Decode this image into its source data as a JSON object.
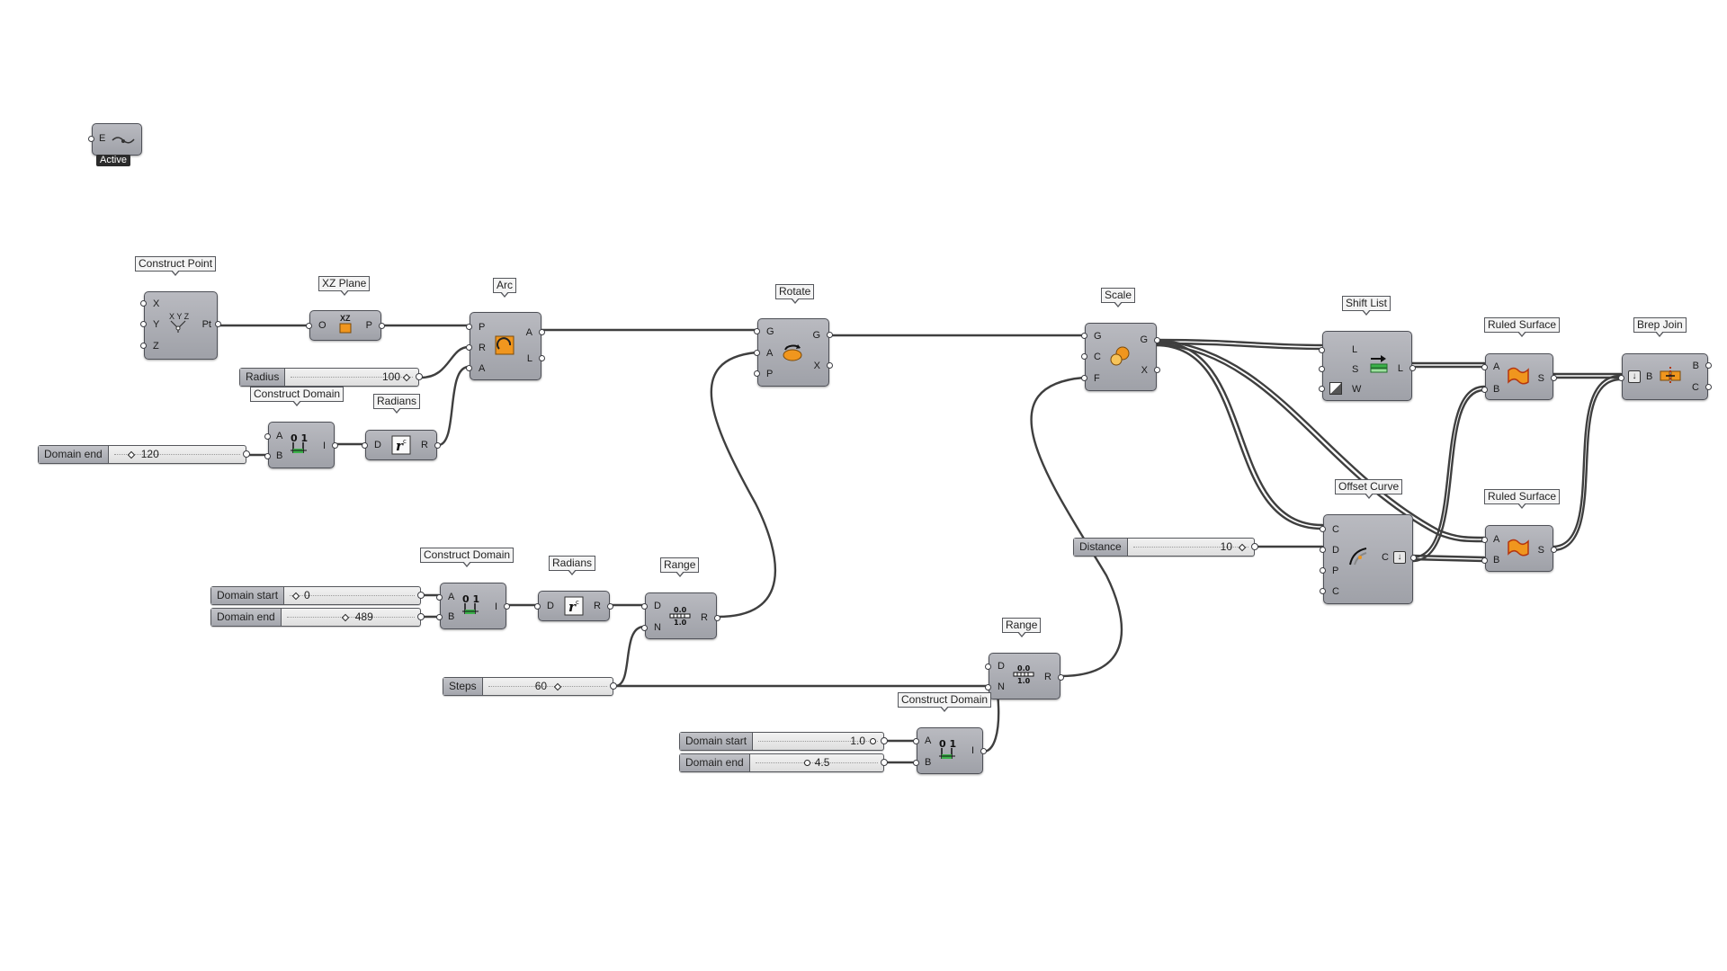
{
  "toggle": {
    "port": "E",
    "badge": "Active"
  },
  "components": {
    "construct_point": {
      "label": "Construct Point",
      "inputs": [
        "X",
        "Y",
        "Z"
      ],
      "output": "Pt",
      "icon_text": "X Y Z"
    },
    "xz_plane": {
      "label": "XZ Plane",
      "input": "O",
      "output": "P",
      "icon_text": "XZ"
    },
    "arc": {
      "label": "Arc",
      "inputs": [
        "P",
        "R",
        "A"
      ],
      "outputs": [
        "A",
        "L"
      ]
    },
    "construct_domain_1": {
      "label": "Construct Domain",
      "inputs": [
        "A",
        "B"
      ],
      "output": "I"
    },
    "radians_1": {
      "label": "Radians",
      "input": "D",
      "output": "R"
    },
    "rotate": {
      "label": "Rotate",
      "inputs": [
        "G",
        "A",
        "P"
      ],
      "outputs": [
        "G",
        "X"
      ]
    },
    "construct_domain_2": {
      "label": "Construct Domain",
      "inputs": [
        "A",
        "B"
      ],
      "output": "I"
    },
    "radians_2": {
      "label": "Radians",
      "input": "D",
      "output": "R"
    },
    "range_1": {
      "label": "Range",
      "inputs": [
        "D",
        "N"
      ],
      "output": "R"
    },
    "scale": {
      "label": "Scale",
      "inputs": [
        "G",
        "C",
        "F"
      ],
      "outputs": [
        "G",
        "X"
      ]
    },
    "range_2": {
      "label": "Range",
      "inputs": [
        "D",
        "N"
      ],
      "output": "R"
    },
    "construct_domain_3": {
      "label": "Construct Domain",
      "inputs": [
        "A",
        "B"
      ],
      "output": "I"
    },
    "shift_list": {
      "label": "Shift List",
      "inputs": [
        "L",
        "S",
        "W"
      ],
      "output": "L"
    },
    "offset_curve": {
      "label": "Offset Curve",
      "inputs": [
        "C",
        "D",
        "P",
        "C"
      ],
      "output": "C"
    },
    "ruled_surface_1": {
      "label": "Ruled Surface",
      "inputs": [
        "A",
        "B"
      ],
      "output": "S"
    },
    "ruled_surface_2": {
      "label": "Ruled Surface",
      "inputs": [
        "A",
        "B"
      ],
      "output": "S"
    },
    "brep_join": {
      "label": "Brep Join",
      "input": "B",
      "outputs": [
        "B",
        "C"
      ]
    }
  },
  "sliders": {
    "radius": {
      "label": "Radius",
      "value": "100"
    },
    "domain_end_1": {
      "label": "Domain end",
      "value": "120"
    },
    "domain_start_2": {
      "label": "Domain start",
      "value": "0"
    },
    "domain_end_2": {
      "label": "Domain end",
      "value": "489"
    },
    "steps": {
      "label": "Steps",
      "value": "60"
    },
    "distance": {
      "label": "Distance",
      "value": "10"
    },
    "domain_start_3": {
      "label": "Domain start",
      "value": "1.0"
    },
    "domain_end_3": {
      "label": "Domain end",
      "value": "4.5"
    }
  },
  "colors": {
    "component": "#a9abb1",
    "wire": "#4a4a4a",
    "icon_orange": "#f0961e",
    "icon_green": "#3cb14a"
  }
}
